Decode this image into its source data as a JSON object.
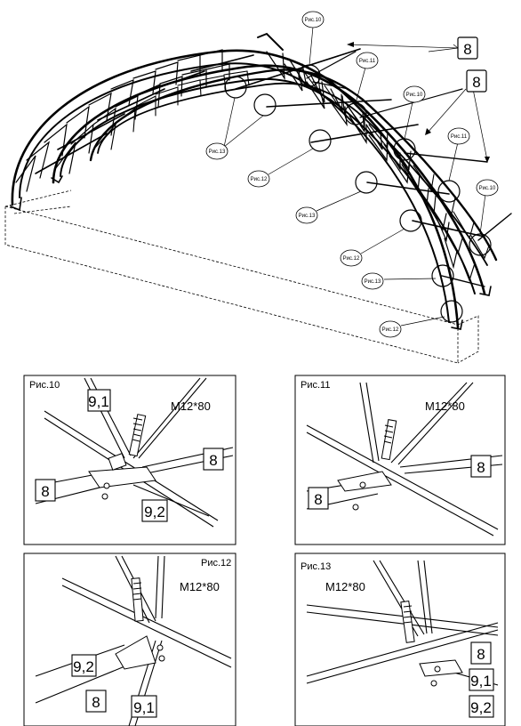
{
  "overview": {
    "callouts": [
      {
        "label": "Рис.10"
      },
      {
        "label": "Рис.11"
      },
      {
        "label": "Рис.10"
      },
      {
        "label": "Рис.11"
      },
      {
        "label": "Рис.10"
      },
      {
        "label": "Рис.13"
      },
      {
        "label": "Рис.12"
      },
      {
        "label": "Рис.13"
      },
      {
        "label": "Рис.12"
      },
      {
        "label": "Рис.13"
      },
      {
        "label": "Рис.12"
      }
    ],
    "part_labels": [
      "8",
      "8"
    ]
  },
  "panels": [
    {
      "title": "Рис.10",
      "bolt": "M12*80",
      "parts": [
        "9,1",
        "8",
        "8",
        "9,2"
      ]
    },
    {
      "title": "Рис.11",
      "bolt": "M12*80",
      "parts": [
        "8",
        "8"
      ]
    },
    {
      "title": "Рис.12",
      "bolt": "M12*80",
      "parts": [
        "9,2",
        "8",
        "9,1"
      ]
    },
    {
      "title": "Рис.13",
      "bolt": "M12*80",
      "parts": [
        "8",
        "9,1",
        "9,2"
      ]
    }
  ]
}
